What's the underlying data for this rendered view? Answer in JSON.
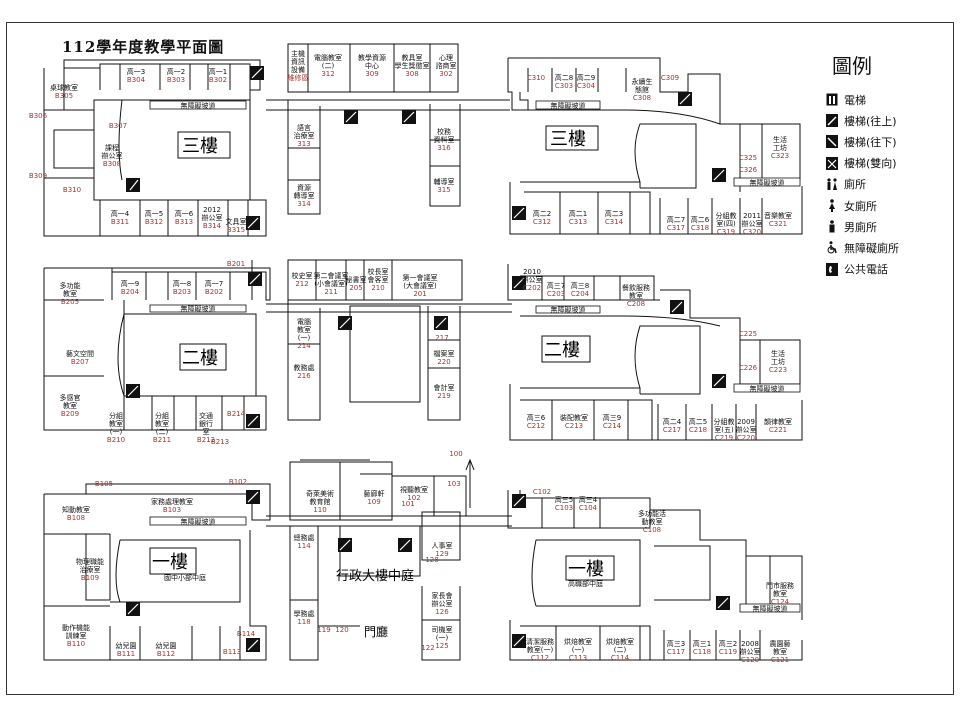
{
  "title": "112學年度教學平面圖",
  "legend": {
    "title": "圖例",
    "items": [
      {
        "icon": "elevator-icon",
        "label": "電梯"
      },
      {
        "icon": "stairs-up-icon",
        "label": "樓梯(往上)"
      },
      {
        "icon": "stairs-down-icon",
        "label": "樓梯(往下)"
      },
      {
        "icon": "stairs-both-icon",
        "label": "樓梯(雙向)"
      },
      {
        "icon": "restroom-icon",
        "label": "廁所"
      },
      {
        "icon": "female-restroom-icon",
        "label": "女廁所"
      },
      {
        "icon": "male-restroom-icon",
        "label": "男廁所"
      },
      {
        "icon": "accessible-restroom-icon",
        "label": "無障礙廁所"
      },
      {
        "icon": "payphone-icon",
        "label": "公共電話"
      }
    ]
  },
  "floors": {
    "f3": "三樓",
    "f2": "二樓",
    "f1": "一樓",
    "courtyard": "行政大樓中庭",
    "gate": "門廳",
    "corridor": "無障礙坡道",
    "compact": "國中小部中庭",
    "compact2": "高職部中庭"
  },
  "rooms_b3": [
    {
      "n": "高一3",
      "c": "B304"
    },
    {
      "n": "高一2",
      "c": "B303"
    },
    {
      "n": "高一1",
      "c": "B302"
    },
    {
      "n": "桌球教室",
      "c": "B305"
    },
    {
      "n": "課程 辦公室",
      "c": "B308"
    },
    {
      "n": "",
      "c": "B306"
    },
    {
      "n": "",
      "c": "B309"
    },
    {
      "n": "",
      "c": "B310"
    },
    {
      "n": "高一4",
      "c": "B311"
    },
    {
      "n": "高一5",
      "c": "B312"
    },
    {
      "n": "高一6",
      "c": "B313"
    },
    {
      "n": "2012 辦公室",
      "c": "B314"
    },
    {
      "n": "文具室",
      "c": "B315"
    },
    {
      "n": "",
      "c": "B307"
    }
  ],
  "rooms_mid3": [
    {
      "n": "主機 資訊 設備",
      "c": "維修區"
    },
    {
      "n": "電腦教室 (二)",
      "c": "312"
    },
    {
      "n": "教學資源 中心",
      "c": "309"
    },
    {
      "n": "教具室 學生獎懲室",
      "c": "308"
    },
    {
      "n": "心理 諮商室",
      "c": "302"
    },
    {
      "n": "語言 治療室",
      "c": "313"
    },
    {
      "n": "資源 轉導室",
      "c": "314"
    },
    {
      "n": "校務 資料室",
      "c": "316"
    },
    {
      "n": "輔導室",
      "c": "315"
    }
  ],
  "rooms_c3": [
    {
      "n": "高二8",
      "c": "C303"
    },
    {
      "n": "高二9",
      "c": "C304"
    },
    {
      "n": "永續生 態館",
      "c": "C308"
    },
    {
      "n": "",
      "c": "C309"
    },
    {
      "n": "高二2",
      "c": "C312"
    },
    {
      "n": "高二1",
      "c": "C313"
    },
    {
      "n": "高二3",
      "c": "C314"
    },
    {
      "n": "高二7",
      "c": "C317"
    },
    {
      "n": "高二6",
      "c": "C318"
    },
    {
      "n": "分組教 室(四)",
      "c": "C319"
    },
    {
      "n": "2011 辦公室",
      "c": "C320"
    },
    {
      "n": "音樂教室",
      "c": "C321"
    },
    {
      "n": "生活 工坊",
      "c": "C323"
    },
    {
      "n": "",
      "c": "C325"
    },
    {
      "n": "",
      "c": "C326"
    },
    {
      "n": "",
      "c": "C310"
    }
  ],
  "rooms_b2": [
    {
      "n": "高一9",
      "c": "B204"
    },
    {
      "n": "高一8",
      "c": "B203"
    },
    {
      "n": "高一7",
      "c": "B202"
    },
    {
      "n": "",
      "c": "B201"
    },
    {
      "n": "多功能 教室",
      "c": "B205"
    },
    {
      "n": "藝文空間",
      "c": "B207"
    },
    {
      "n": "多感官 教室",
      "c": "B209"
    },
    {
      "n": "分組 教室 (一)",
      "c": "B210"
    },
    {
      "n": "分組 教室 (二)",
      "c": "B211"
    },
    {
      "n": "交通 銀行 室",
      "c": "B212"
    },
    {
      "n": "",
      "c": "B213"
    },
    {
      "n": "",
      "c": "B214"
    }
  ],
  "rooms_mid2": [
    {
      "n": "校史室",
      "c": "212"
    },
    {
      "n": "第二會議室 (小會議室)",
      "c": "211"
    },
    {
      "n": "校長室 會客室",
      "c": "210"
    },
    {
      "n": "第一會議室 (大會議室)",
      "c": "201"
    },
    {
      "n": "秘書室",
      "c": "205"
    },
    {
      "n": "電腦 教室 (一)",
      "c": "214"
    },
    {
      "n": "教務處",
      "c": "216"
    },
    {
      "n": "",
      "c": "217"
    },
    {
      "n": "檔案室",
      "c": "220"
    },
    {
      "n": "會計室",
      "c": "219"
    }
  ],
  "rooms_c2": [
    {
      "n": "2010 辦公室",
      "c": "C202"
    },
    {
      "n": "高三7",
      "c": "C203"
    },
    {
      "n": "高三8",
      "c": "C204"
    },
    {
      "n": "餐飲服務 教室",
      "c": "C208"
    },
    {
      "n": "高三6",
      "c": "C212"
    },
    {
      "n": "裝配教室",
      "c": "C213"
    },
    {
      "n": "高三9",
      "c": "C214"
    },
    {
      "n": "高二4",
      "c": "C217"
    },
    {
      "n": "高二5",
      "c": "C218"
    },
    {
      "n": "分組教 室(五)",
      "c": "C219"
    },
    {
      "n": "2009 辦公室",
      "c": "C220"
    },
    {
      "n": "韻律教室",
      "c": "C221"
    },
    {
      "n": "生活 工坊",
      "c": "C223"
    },
    {
      "n": "",
      "c": "C225"
    },
    {
      "n": "",
      "c": "C226"
    }
  ],
  "rooms_b1": [
    {
      "n": "知動教室",
      "c": "B108"
    },
    {
      "n": "家務處理教室",
      "c": "B103"
    },
    {
      "n": "",
      "c": "B105"
    },
    {
      "n": "",
      "c": "B102"
    },
    {
      "n": "物理職能 治療室",
      "c": "B109"
    },
    {
      "n": "動作機能 訓練室",
      "c": "B110"
    },
    {
      "n": "幼兒園",
      "c": "B111"
    },
    {
      "n": "幼兒園",
      "c": "B112"
    },
    {
      "n": "",
      "c": "B113"
    },
    {
      "n": "",
      "c": "B114"
    }
  ],
  "rooms_mid1": [
    {
      "n": "奇萊美術 教育館",
      "c": "110"
    },
    {
      "n": "藝廊軒",
      "c": "109"
    },
    {
      "n": "視聽教室",
      "c": "102"
    },
    {
      "n": "總務處",
      "c": "114"
    },
    {
      "n": "人事室",
      "c": "129"
    },
    {
      "n": "學務處",
      "c": "118"
    },
    {
      "n": "家長會 辦公室",
      "c": "126"
    },
    {
      "n": "司機室 (一)",
      "c": "125"
    },
    {
      "n": "",
      "c": "100"
    },
    {
      "n": "",
      "c": "103"
    },
    {
      "n": "",
      "c": "101"
    },
    {
      "n": "",
      "c": "128"
    },
    {
      "n": "",
      "c": "119"
    },
    {
      "n": "",
      "c": "120"
    },
    {
      "n": "",
      "c": "122"
    }
  ],
  "rooms_c1": [
    {
      "n": "高三5",
      "c": "C103"
    },
    {
      "n": "高三4",
      "c": "C104"
    },
    {
      "n": "多功能活 動教室",
      "c": "C108"
    },
    {
      "n": "",
      "c": "C102"
    },
    {
      "n": "門市服務 教室",
      "c": "C124"
    },
    {
      "n": "清潔服務 教室(一)",
      "c": "C112"
    },
    {
      "n": "烘焙教室 (一)",
      "c": "C113"
    },
    {
      "n": "烘焙教室 (二)",
      "c": "C114"
    },
    {
      "n": "高三3",
      "c": "C117"
    },
    {
      "n": "高三1",
      "c": "C118"
    },
    {
      "n": "高三2",
      "c": "C119"
    },
    {
      "n": "2008 辦公室",
      "c": "C120"
    },
    {
      "n": "農園藝 教室",
      "c": "C121"
    }
  ]
}
